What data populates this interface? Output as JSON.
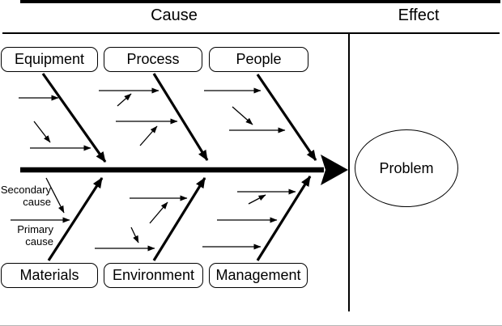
{
  "header": {
    "cause_label": "Cause",
    "effect_label": "Effect"
  },
  "categories": {
    "top": [
      "Equipment",
      "Process",
      "People"
    ],
    "bottom": [
      "Materials",
      "Environment",
      "Management"
    ]
  },
  "effect": {
    "problem_label": "Problem"
  },
  "annotations": {
    "secondary_cause": "Secondary\ncause",
    "primary_cause": "Primary\ncause"
  },
  "colors": {
    "line": "#000000",
    "background": "#ffffff"
  }
}
